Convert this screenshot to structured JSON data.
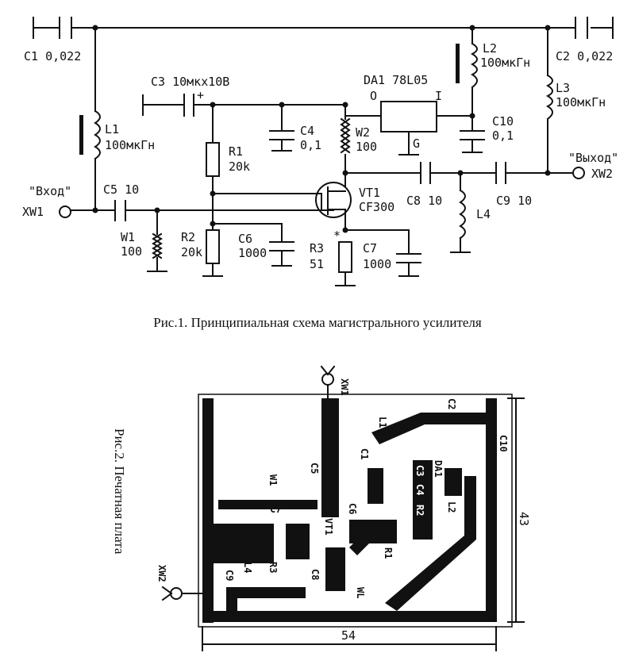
{
  "schematic": {
    "caption": "Рис.1. Принципиальная схема магистрального усилителя",
    "labels": {
      "c1": "C1 0,022",
      "c2": "C2 0,022",
      "c3": "C3 10мкх10В",
      "c4": "C4",
      "c4v": "0,1",
      "c5": "C5 10",
      "c6": "C6",
      "c6v": "1000",
      "c7": "C7",
      "c7v": "1000",
      "c8": "C8 10",
      "c9": "C9 10",
      "c10": "C10",
      "c10v": "0,1",
      "l1": "L1",
      "l1v": "100мкГн",
      "l2": "L2",
      "l2v": "100мкГн",
      "l3": "L3",
      "l3v": "100мкГн",
      "l4": "L4",
      "r1": "R1",
      "r1v": "20k",
      "r2": "R2",
      "r2v": "20k",
      "r3": "R3",
      "r3v": "51",
      "w1": "W1",
      "w1v": "100",
      "w2": "W2",
      "w2v": "100",
      "da1": "DA1 78L05",
      "pin_o": "O",
      "pin_i": "I",
      "pin_g": "G",
      "vt1": "VT1",
      "vt1v": "CF300",
      "in_label": "\"Вход\"",
      "in_xw": "XW1",
      "out_label": "\"Выход\"",
      "out_xw": "XW2",
      "plus": "+",
      "star": "*"
    }
  },
  "pcb": {
    "caption": "Рис.2. Печатная плата",
    "dim_width": "54",
    "dim_height": "43",
    "labels": [
      "XW1",
      "L1",
      "C2",
      "C10",
      "C1",
      "C5",
      "W1",
      "DA1",
      "C3",
      "C4",
      "R2",
      "C6",
      "L2",
      "C7",
      "VT1",
      "R1",
      "R3",
      "L4",
      "C9",
      "C8",
      "WL",
      "XW2"
    ]
  }
}
